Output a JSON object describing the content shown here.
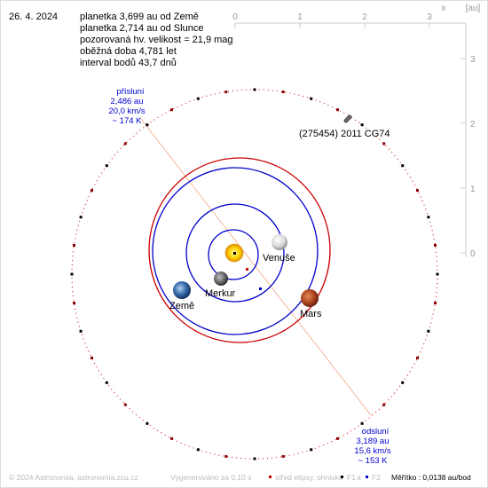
{
  "header": {
    "date": "26. 4. 2024",
    "info_lines": [
      "planetka 3,699 au od Země",
      "planetka 2,714 au od Slunce",
      "pozorovaná hv. velikost = 21,9 mag",
      "oběžná doba 4,781 let",
      "interval bodů 43,7 dnů"
    ]
  },
  "axes": {
    "x_label": "x",
    "unit_label": "[au]",
    "x_ticks": [
      "0",
      "1",
      "2",
      "3"
    ],
    "y_ticks": [
      "3",
      "2",
      "1",
      "0"
    ]
  },
  "asteroid": {
    "name": "(275454) 2011 CG74"
  },
  "planets": {
    "venus": "Venuše",
    "mercury": "Merkur",
    "earth": "Země",
    "mars": "Mars"
  },
  "perihelion": {
    "title": "přísluní",
    "distance": "2,486 au",
    "speed": "20,0 km/s",
    "temperature": "~ 174 K"
  },
  "aphelion": {
    "title": "odsluní",
    "distance": "3,189 au",
    "speed": "15,6 km/s",
    "temperature": "~ 153 K"
  },
  "footer": {
    "copyright": "© 2024 Astronomia, astronomia.zcu.cz",
    "generated": "Vygenerováno za 0,10 s",
    "legend_center": "střed elipsy, ohniska",
    "legend_f1": "F1",
    "legend_a": "a",
    "legend_f2": "F2",
    "scale": "Měřítko : 0,0138 au/bod"
  },
  "colors": {
    "orbit_asteroid": "#000000",
    "orbit_mars": "#cc0000",
    "orbit_inner": "#0000cc",
    "apsides": "#0000cc",
    "axis": "#cccccc",
    "axis_text": "#999999",
    "sun": "#ffcc00",
    "mars_fill": "#b0461f"
  }
}
